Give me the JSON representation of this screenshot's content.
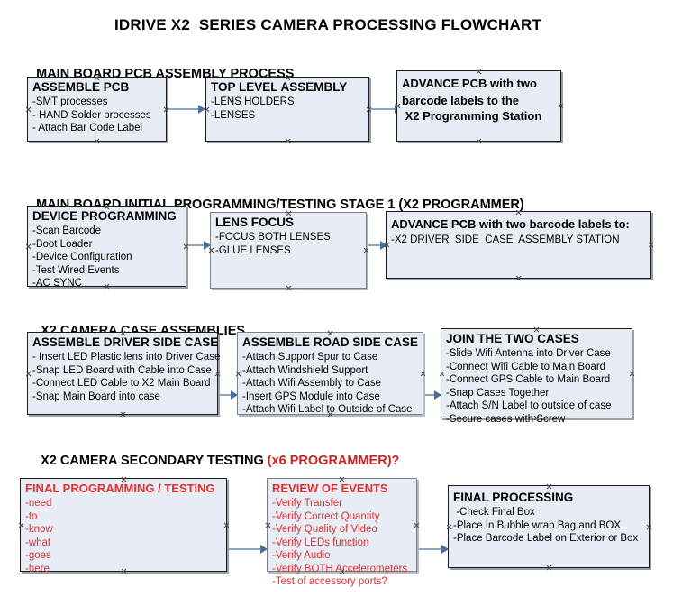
{
  "document": {
    "title": "IDRIVE X2  SERIES CAMERA PROCESSING FLOWCHART"
  },
  "sections": [
    {
      "id": "main-board-pcb-assembly-process",
      "heading": "MAIN BOARD PCB ASSEMBLY PROCESS",
      "heading_red_suffix": "",
      "boxes": [
        {
          "title": "ASSEMBLE PCB",
          "lines": [
            "-SMT processes",
            "- HAND Solder processes",
            "- Attach Bar Code Label"
          ]
        },
        {
          "title": "TOP LEVEL ASSEMBLY",
          "lines": [
            "-LENS HOLDERS",
            "-LENSES"
          ]
        },
        {
          "title": "ADVANCE PCB with two",
          "lines": [
            "barcode labels to the",
            " X2 Programming Station"
          ]
        }
      ]
    },
    {
      "id": "main-board-initial-programming-testing-stage-1",
      "heading": "MAIN BOARD INITIAL PROGRAMMING/TESTING STAGE 1 (X2 PROGRAMMER)",
      "heading_red_suffix": "",
      "boxes": [
        {
          "title": "DEVICE PROGRAMMING",
          "lines": [
            "-Scan Barcode",
            "-Boot Loader",
            "-Device Configuration",
            "-Test Wired Events",
            "-AC SYNC"
          ]
        },
        {
          "title": "LENS FOCUS",
          "lines": [
            "-FOCUS BOTH LENSES",
            "-GLUE LENSES"
          ]
        },
        {
          "title": "ADVANCE PCB with two barcode labels to:",
          "lines": [
            "-X2 DRIVER  SIDE  CASE  ASSEMBLY STATION"
          ]
        }
      ]
    },
    {
      "id": "x2-camera-case-assemblies",
      "heading": "X2 CAMERA CASE ASSEMBLIES",
      "heading_red_suffix": "",
      "boxes": [
        {
          "title": "ASSEMBLE DRIVER SIDE CASE",
          "lines": [
            "- Insert LED Plastic lens into Driver Case",
            "-Snap LED Board with Cable into Case",
            "-Connect LED Cable to X2 Main Board",
            "-Snap Main Board into case"
          ]
        },
        {
          "title": "ASSEMBLE ROAD SIDE CASE",
          "lines": [
            "-Attach Support Spur to Case",
            "-Attach Windshield Support",
            "-Attach Wifi Assembly to Case",
            "-Insert GPS Module into Case",
            "-Attach Wifi Label to Outside of Case"
          ]
        },
        {
          "title": "JOIN THE TWO CASES",
          "lines": [
            "-Slide Wifi Antenna into Driver Case",
            "-Connect Wifi Cable to Main Board",
            "-Connect GPS Cable to Main Board",
            "-Snap Cases Together",
            "-Attach S/N Label to outside of case",
            "-Secure cases with Screw"
          ]
        }
      ]
    },
    {
      "id": "x2-camera-secondary-testing",
      "heading": "X2 CAMERA SECONDARY TESTING ",
      "heading_red_suffix": "(x6 PROGRAMMER)?",
      "boxes": [
        {
          "title": "FINAL PROGRAMMING / TESTING",
          "lines": [
            "-need",
            "-to",
            "-know",
            "-what",
            "-goes",
            "-here"
          ]
        },
        {
          "title": "REVIEW OF EVENTS",
          "lines": [
            "-Verify Transfer",
            "-Verify Correct Quantity",
            "-Verify Quality of Video",
            "-Verify LEDs function",
            "-Verify Audio",
            "-Verify BOTH Accelerometers",
            "-Test of accessory ports?"
          ]
        },
        {
          "title": "FINAL PROCESSING",
          "lines": [
            " -Check Final Box",
            "-Place In Bubble wrap Bag and BOX",
            "-Place Barcode Label on Exterior or Box"
          ]
        }
      ]
    }
  ],
  "colors": {
    "box_fill": "#e8edf5",
    "box_border": "#1a1a1a",
    "connector": "#8fa5bd",
    "arrow": "#4a6f9c",
    "red_text": "#e03030",
    "heading_red": "#cc2222"
  }
}
